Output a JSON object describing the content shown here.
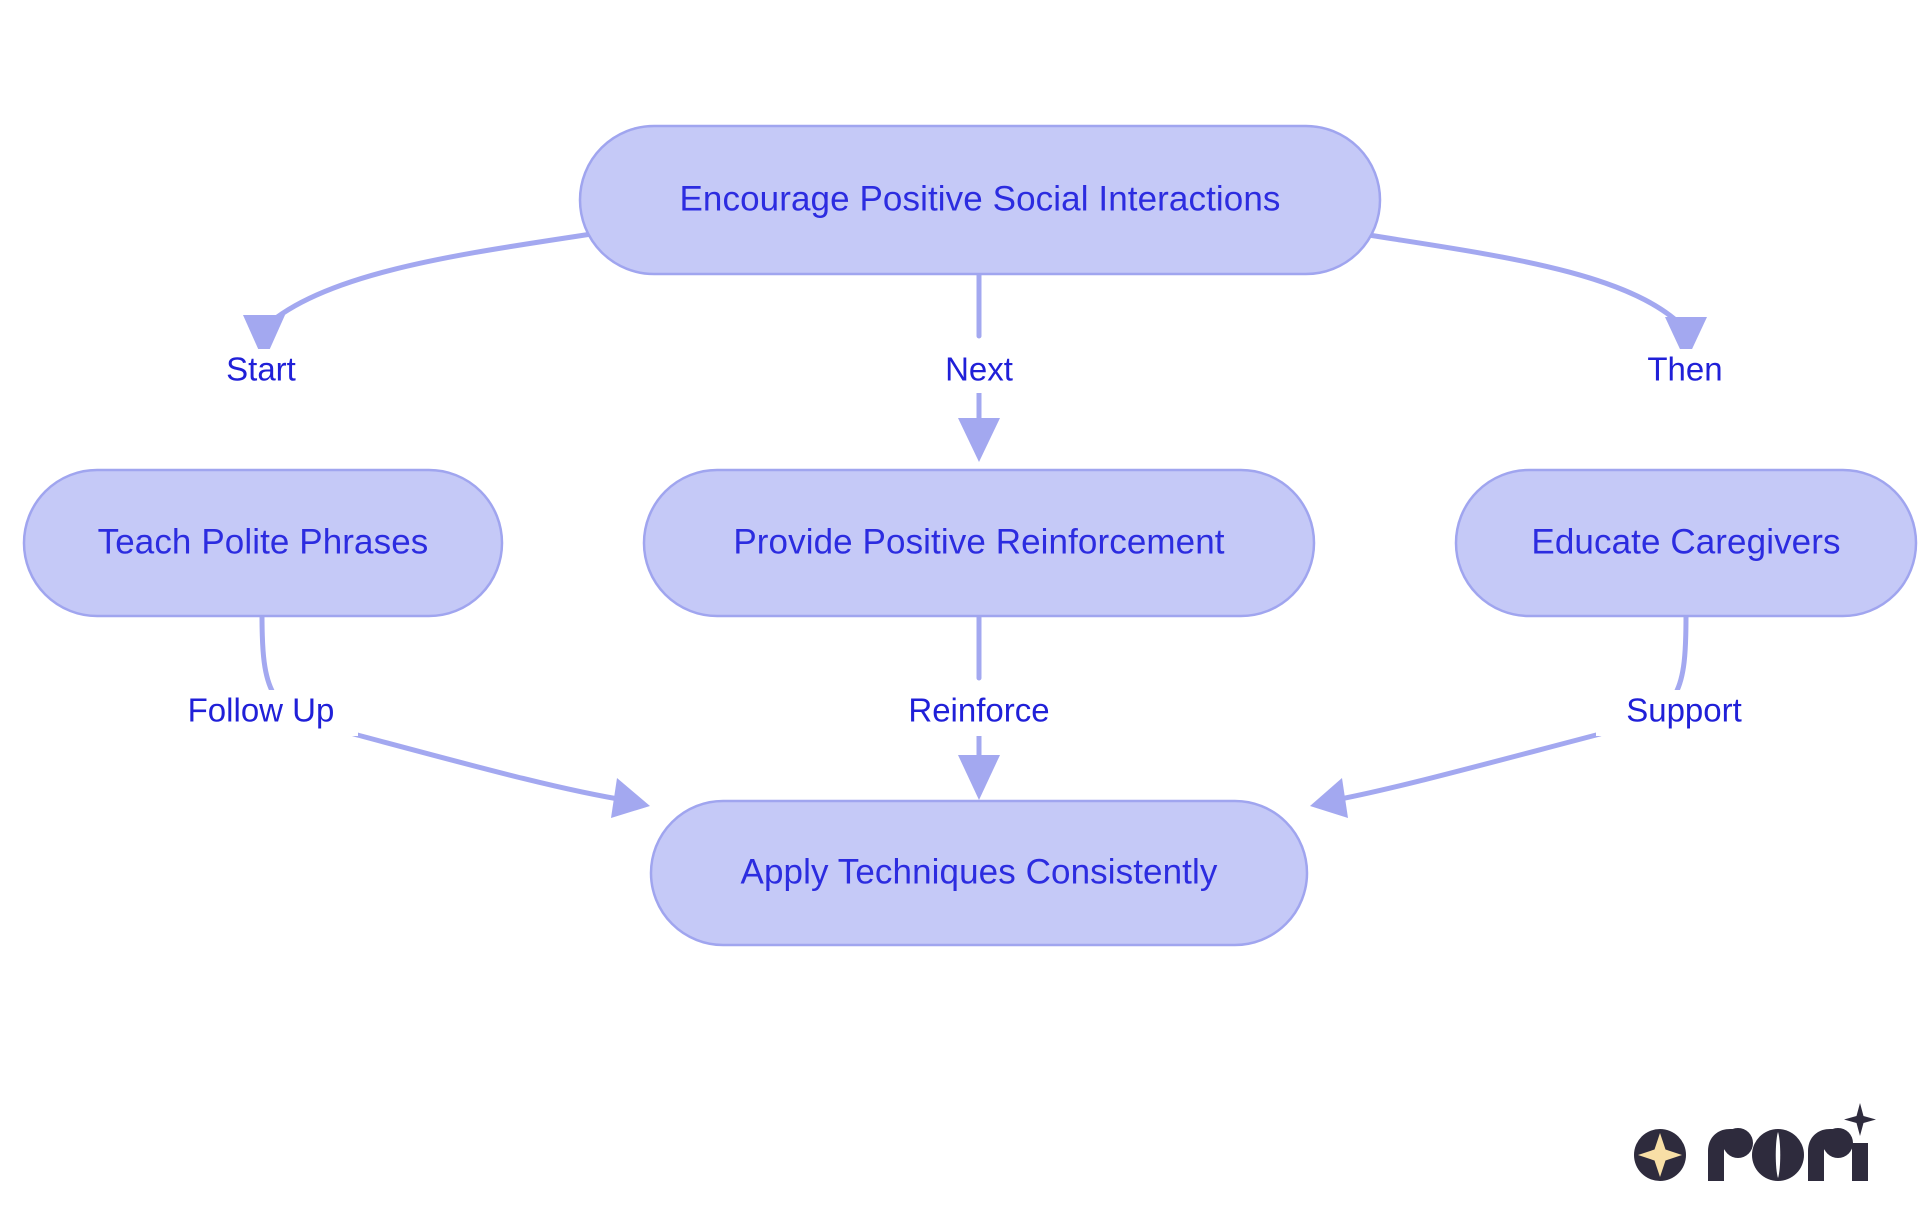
{
  "diagram": {
    "type": "flowchart",
    "title": "Encourage Positive Social Interactions",
    "direction": "top-down",
    "colors": {
      "node_fill": "#c5c9f7",
      "node_stroke": "#a0a5ef",
      "node_text": "#2c2ce0",
      "edge_stroke": "#a3a8f0",
      "edge_label_text": "#2020d8",
      "background": "#ffffff",
      "logo_dark": "#2e2b3d",
      "logo_star": "#f8dfa6"
    },
    "nodes": [
      {
        "id": "root",
        "label": "Encourage Positive Social Interactions"
      },
      {
        "id": "teach",
        "label": "Teach Polite Phrases"
      },
      {
        "id": "reinforce",
        "label": "Provide Positive Reinforcement"
      },
      {
        "id": "educate",
        "label": "Educate Caregivers"
      },
      {
        "id": "apply",
        "label": "Apply Techniques Consistently"
      }
    ],
    "edges": [
      {
        "from": "root",
        "to": "teach",
        "label": "Start"
      },
      {
        "from": "root",
        "to": "reinforce",
        "label": "Next"
      },
      {
        "from": "root",
        "to": "educate",
        "label": "Then"
      },
      {
        "from": "teach",
        "to": "apply",
        "label": "Follow Up"
      },
      {
        "from": "reinforce",
        "to": "apply",
        "label": "Reinforce"
      },
      {
        "from": "educate",
        "to": "apply",
        "label": "Support"
      }
    ]
  },
  "branding": {
    "name": "rori"
  }
}
